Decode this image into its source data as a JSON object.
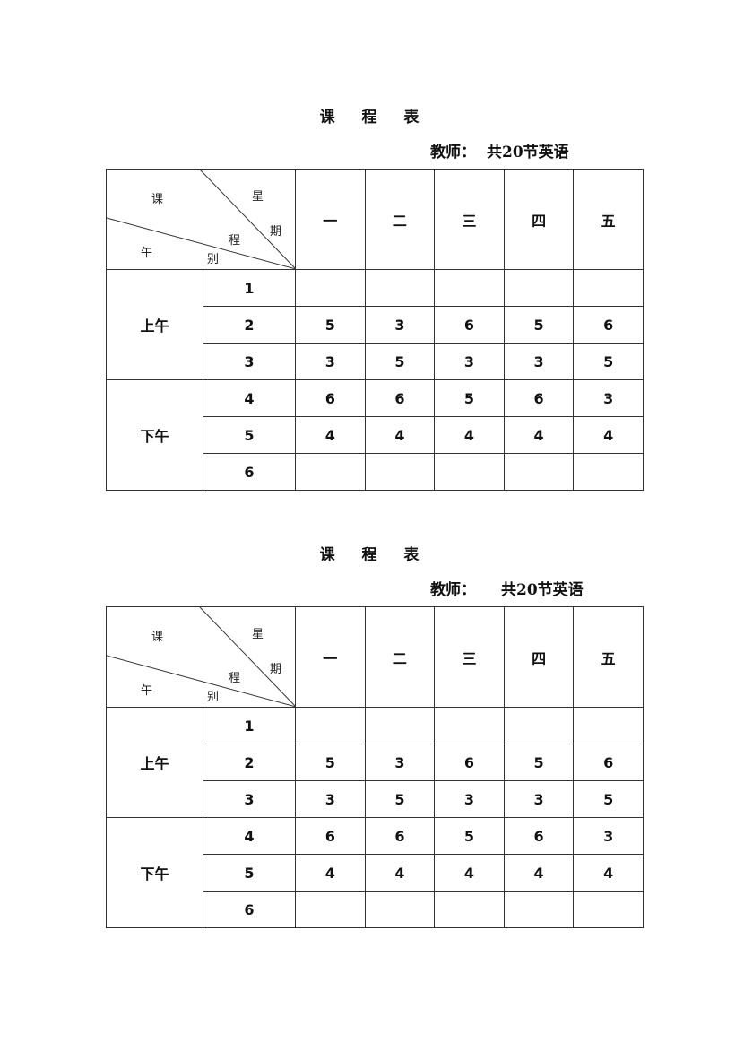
{
  "schedules": [
    {
      "title": "课 程 表",
      "teacher_label": "教师：",
      "teacher_value": "共20节英语",
      "corner": {
        "ke": "课",
        "cheng": "程",
        "xing": "星",
        "qi": "期",
        "wu": "午",
        "bie": "别"
      },
      "days": [
        "一",
        "二",
        "三",
        "四",
        "五"
      ],
      "blocks": [
        {
          "name": "上午",
          "periods": [
            "1",
            "2",
            "3"
          ]
        },
        {
          "name": "下午",
          "periods": [
            "4",
            "5",
            "6"
          ]
        }
      ],
      "rows": [
        [
          "",
          "",
          "",
          "",
          ""
        ],
        [
          "5",
          "3",
          "6",
          "5",
          "6"
        ],
        [
          "3",
          "5",
          "3",
          "3",
          "5"
        ],
        [
          "6",
          "6",
          "5",
          "6",
          "3"
        ],
        [
          "4",
          "4",
          "4",
          "4",
          "4"
        ],
        [
          "",
          "",
          "",
          "",
          ""
        ]
      ]
    },
    {
      "title": "课 程 表",
      "teacher_label": "教师：",
      "teacher_value": "共20节英语",
      "corner": {
        "ke": "课",
        "cheng": "程",
        "xing": "星",
        "qi": "期",
        "wu": "午",
        "bie": "别"
      },
      "days": [
        "一",
        "二",
        "三",
        "四",
        "五"
      ],
      "blocks": [
        {
          "name": "上午",
          "periods": [
            "1",
            "2",
            "3"
          ]
        },
        {
          "name": "下午",
          "periods": [
            "4",
            "5",
            "6"
          ]
        }
      ],
      "rows": [
        [
          "",
          "",
          "",
          "",
          ""
        ],
        [
          "5",
          "3",
          "6",
          "5",
          "6"
        ],
        [
          "3",
          "5",
          "3",
          "3",
          "5"
        ],
        [
          "6",
          "6",
          "5",
          "6",
          "3"
        ],
        [
          "4",
          "4",
          "4",
          "4",
          "4"
        ],
        [
          "",
          "",
          "",
          "",
          ""
        ]
      ]
    }
  ]
}
